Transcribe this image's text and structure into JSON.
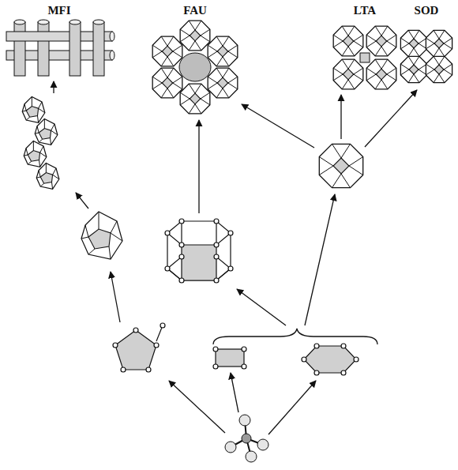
{
  "diagram": {
    "labels": [
      "MFI",
      "FAU",
      "LTA",
      "SOD"
    ]
  }
}
